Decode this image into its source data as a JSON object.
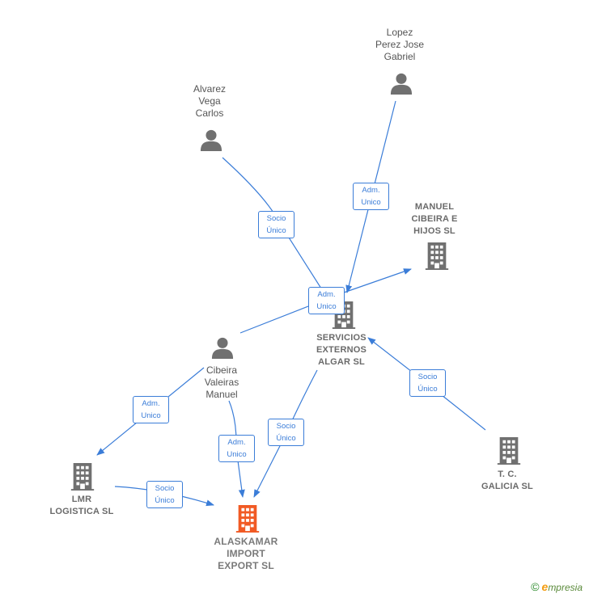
{
  "colors": {
    "edge": "#3b7dd8",
    "person_icon": "#707070",
    "company_icon": "#707070",
    "main_company_icon": "#f15a24"
  },
  "people": {
    "lopez": {
      "label": "Lopez\nPerez Jose\nGabriel"
    },
    "alvarez": {
      "label": "Alvarez\nVega\nCarlos"
    },
    "cibeira": {
      "label": "Cibeira\nValeiras\nManuel"
    }
  },
  "companies": {
    "manuel_cibeira": {
      "label": "MANUEL\nCIBEIRA E\nHIJOS  SL"
    },
    "servicios": {
      "label": "SERVICIOS\nEXTERNOS\nALGAR SL"
    },
    "tc_galicia": {
      "label": "T. C.\nGALICIA  SL"
    },
    "lmr": {
      "label": "LMR\nLOGISTICA  SL"
    },
    "alaskamar": {
      "label": "ALASKAMAR\nIMPORT\nEXPORT  SL"
    }
  },
  "edges": [
    {
      "id": "lopez-servicios",
      "label": "Adm.\nUnico"
    },
    {
      "id": "alvarez-servicios",
      "label": "Socio\nÚnico"
    },
    {
      "id": "cibeira-servicios",
      "label": "Adm.\nUnico"
    },
    {
      "id": "servicios-manuel",
      "label": ""
    },
    {
      "id": "tc-servicios",
      "label": "Socio\nÚnico"
    },
    {
      "id": "cibeira-lmr",
      "label": "Adm.\nUnico"
    },
    {
      "id": "cibeira-alaskamar",
      "label": "Adm.\nUnico"
    },
    {
      "id": "servicios-alaskamar",
      "label": "Socio\nÚnico"
    },
    {
      "id": "lmr-alaskamar",
      "label": "Socio\nÚnico"
    }
  ],
  "footer": {
    "copyright": "©",
    "brand_initial": "e",
    "brand_rest": "mpresia"
  }
}
